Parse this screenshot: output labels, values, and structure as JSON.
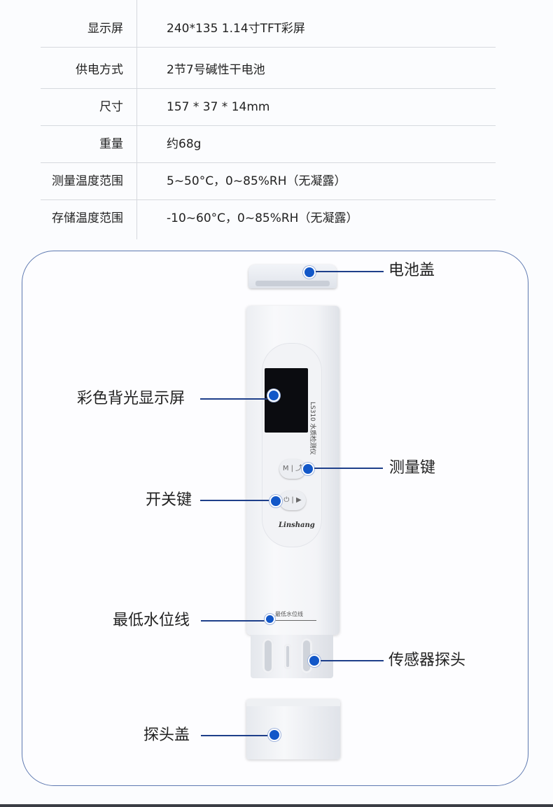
{
  "specs": [
    {
      "label": "显示屏",
      "value": "240*135 1.14寸TFT彩屏"
    },
    {
      "label": "供电方式",
      "value": "2节7号碱性干电池"
    },
    {
      "label": "尺寸",
      "value": "157 * 37 * 14mm"
    },
    {
      "label": "重量",
      "value": "约68g"
    },
    {
      "label": "测量温度范围",
      "value": "5~50°C，0~85%RH（无凝露）"
    },
    {
      "label": "存储温度范围",
      "value": "-10~60°C，0~85%RH（无凝露）"
    }
  ],
  "device": {
    "model_text": "LS310 水质检测仪",
    "brand": "Linshang",
    "waterline_text": "最低水位线",
    "measure_key_glyph": "M | ⤴",
    "power_key_glyph": "⏻ | ▶"
  },
  "callouts": {
    "battery_cover": "电池盖",
    "display": "彩色背光显示屏",
    "measure_key": "测量键",
    "power_key": "开关键",
    "min_water_line": "最低水位线",
    "sensor_probe": "传感器探头",
    "probe_cover": "探头盖"
  },
  "colors": {
    "callout_dot": "#1257c8",
    "leader_line": "#1e3f8a",
    "panel_border": "#5d78b0"
  }
}
